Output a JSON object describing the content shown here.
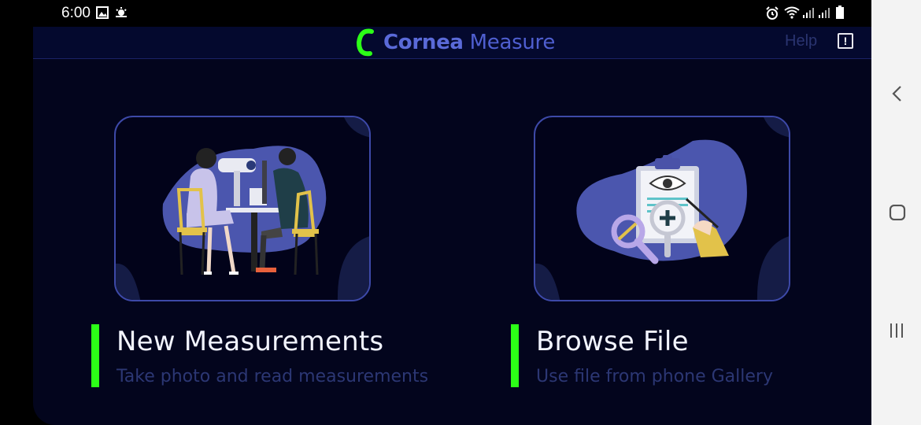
{
  "status_bar": {
    "time": "6:00"
  },
  "app_bar": {
    "title_bold": "Cornea",
    "title_normal": " Measure",
    "help_label": "Help",
    "info_icon": "!"
  },
  "cards": [
    {
      "title": "New Measurements",
      "subtitle": "Take photo and read measurements"
    },
    {
      "title": "Browse File",
      "subtitle": "Use file from phone Gallery"
    }
  ],
  "colors": {
    "accent": "#2cff17",
    "brand": "#5a6ad8",
    "background": "#03051d",
    "card_border": "#3d49a8"
  },
  "nav_bar": {
    "icons": [
      "back-icon",
      "home-icon",
      "recents-icon"
    ]
  }
}
